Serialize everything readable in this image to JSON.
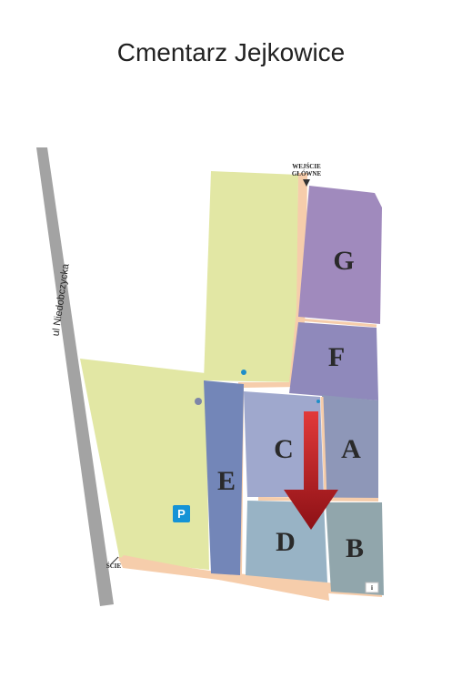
{
  "title": "Cmentarz Jejkowice",
  "street": "ul Niedobczycka",
  "entrance_main_line1": "WEJŚCIE",
  "entrance_main_line2": "GŁÓWNE",
  "entrance_side": "ŚCIE",
  "parking": "P",
  "marker_text": "i",
  "sections": {
    "A": "A",
    "B": "B",
    "C": "C",
    "D": "D",
    "E": "E",
    "F": "F",
    "G": "G"
  },
  "colors": {
    "green": "#e2e7a4",
    "path": "#f6cdab",
    "A": "#8e97b8",
    "B": "#91a6ac",
    "C": "#9fa8cd",
    "D": "#98b3c5",
    "E": "#7386b8",
    "F": "#8f89bb",
    "G": "#a08abd",
    "road": "#a3a3a3",
    "arrow": "#c81c22",
    "parking": "#1593d6"
  }
}
